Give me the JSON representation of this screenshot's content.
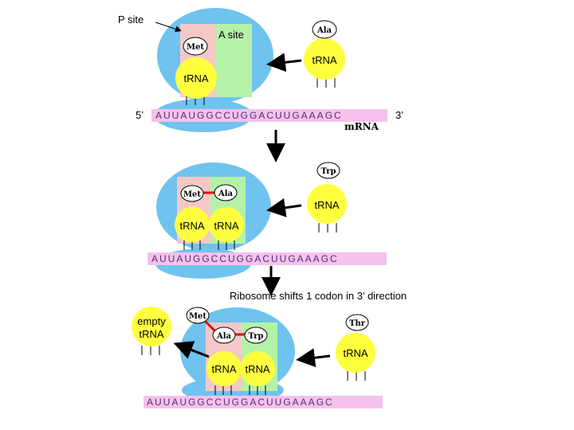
{
  "labels": {
    "p_site": "P site",
    "a_site": "A site",
    "five_prime": "5’",
    "three_prime": "3’",
    "mrna": "mRNA",
    "shift_caption": "Ribosome shifts 1 codon in 3’ direction",
    "empty_line1": "empty",
    "empty_line2": "tRNA"
  },
  "trna": "tRNA",
  "amino_acids": {
    "ala": "Ala",
    "met": "Met",
    "trp": "Trp",
    "thr": "Thr"
  },
  "sequences": {
    "seq1": "AUUAUGGCCUGGACUUGAAAGC",
    "seq2": "AUUAUGGCCUGGACUUGAAAGC",
    "seq3": "AUUAUGGCCUGGACUUGAAAGC"
  },
  "colors": {
    "ribosome": "#6fc3ee",
    "p_site": "#f5c8c8",
    "a_site": "#b4f2a8",
    "trna": "#ffff40",
    "mrna_strip": "#f4c2ec",
    "peptide_bond": "#dd1111"
  }
}
